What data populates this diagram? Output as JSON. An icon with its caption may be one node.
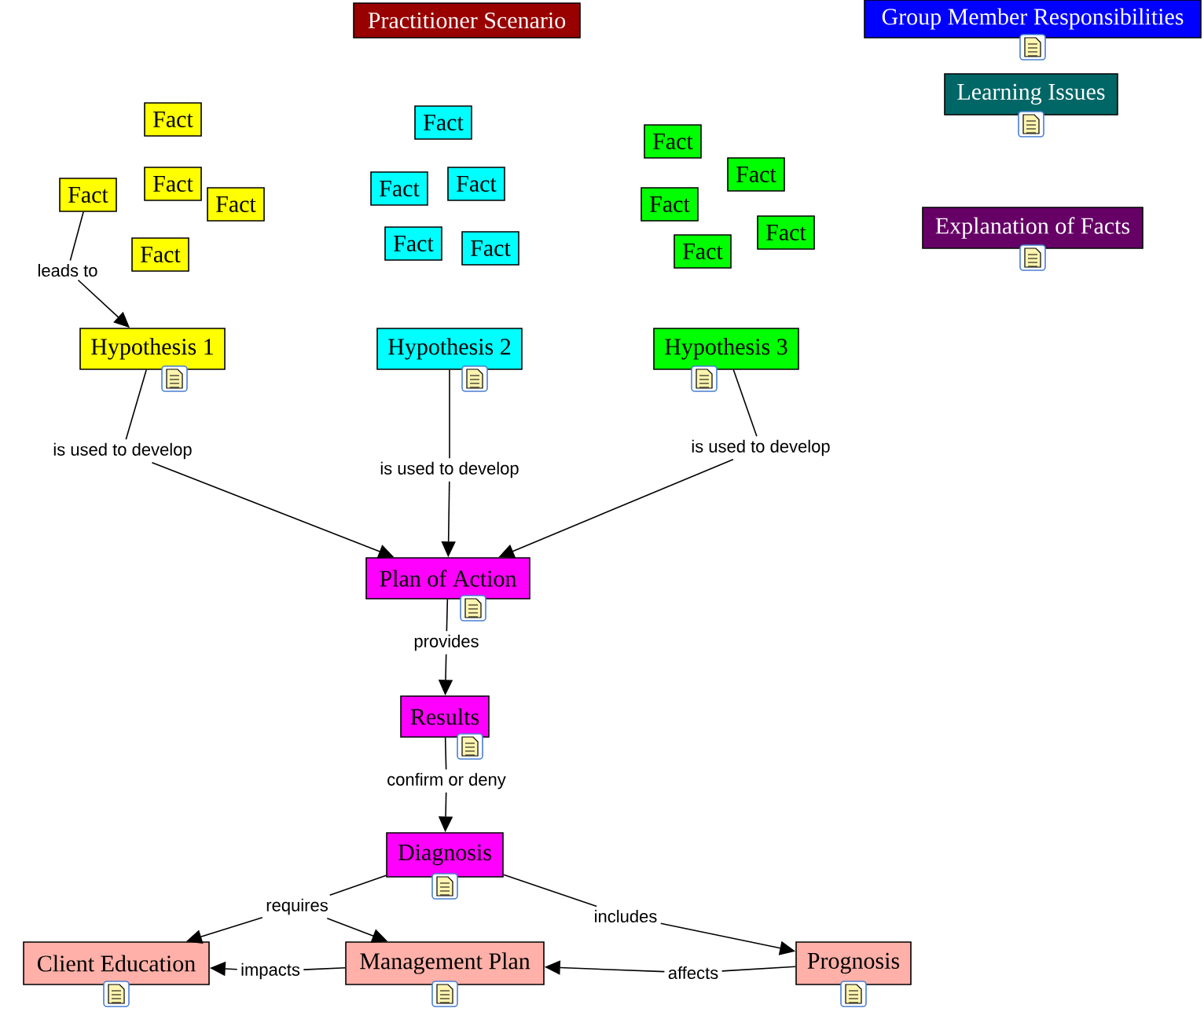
{
  "diagram": {
    "nodes": [
      {
        "text": [
          "Practitioner Scenario"
        ]
      },
      {
        "text": [
          "Group Member Responsibilities"
        ]
      },
      {
        "text": [
          "Learning Issues"
        ]
      },
      {
        "text": [
          "Fact"
        ]
      },
      {
        "text": [
          "Fact"
        ]
      },
      {
        "text": [
          "Fact"
        ]
      },
      {
        "text": [
          "Fact"
        ]
      },
      {
        "text": [
          "Fact"
        ]
      },
      {
        "text": [
          "Fact"
        ]
      },
      {
        "text": [
          "Fact"
        ]
      },
      {
        "text": [
          "Fact"
        ]
      },
      {
        "text": [
          "Fact"
        ]
      },
      {
        "text": [
          "Fact"
        ]
      },
      {
        "text": [
          "Fact"
        ]
      },
      {
        "text": [
          "Fact"
        ]
      },
      {
        "text": [
          "Fact"
        ]
      },
      {
        "text": [
          "Fact"
        ]
      },
      {
        "text": [
          "Fact"
        ]
      },
      {
        "text": [
          "Explanation of Facts"
        ]
      },
      {
        "text": [
          "leads to"
        ]
      },
      {
        "text": [
          "Hypothesis 1"
        ]
      },
      {
        "text": [
          "Hypothesis 2"
        ]
      },
      {
        "text": [
          "Hypothesis 3"
        ]
      },
      {
        "text": [
          "is used to develop"
        ]
      },
      {
        "text": [
          "is used to develop"
        ]
      },
      {
        "text": [
          "is used to develop"
        ]
      },
      {
        "text": [
          "Plan of Action"
        ]
      },
      {
        "text": [
          "provides"
        ]
      },
      {
        "text": [
          "Results"
        ]
      },
      {
        "text": [
          "confirm or deny"
        ]
      },
      {
        "text": [
          "Diagnosis"
        ]
      },
      {
        "text": [
          "requires"
        ]
      },
      {
        "text": [
          "includes"
        ]
      },
      {
        "text": [
          "Client Education"
        ]
      },
      {
        "text": [
          "impacts"
        ]
      },
      {
        "text": [
          "Management Plan"
        ]
      },
      {
        "text": [
          "affects"
        ]
      },
      {
        "text": [
          "Prognosis"
        ]
      }
    ],
    "edges": [
      {
        "from": 6,
        "to": 19,
        "arrow": "none"
      },
      {
        "from": 19,
        "to": 20,
        "arrow": "to"
      },
      {
        "from": 20,
        "to": 23,
        "arrow": "none"
      },
      {
        "from": 23,
        "to": 26,
        "arrow": "to"
      },
      {
        "from": 21,
        "to": 24,
        "arrow": "none"
      },
      {
        "from": 24,
        "to": 26,
        "arrow": "to"
      },
      {
        "from": 22,
        "to": 25,
        "arrow": "none"
      },
      {
        "from": 25,
        "to": 26,
        "arrow": "to"
      },
      {
        "from": 26,
        "to": 27,
        "arrow": "none"
      },
      {
        "from": 27,
        "to": 28,
        "arrow": "to"
      },
      {
        "from": 28,
        "to": 29,
        "arrow": "none"
      },
      {
        "from": 29,
        "to": 30,
        "arrow": "to"
      },
      {
        "from": 30,
        "to": 31,
        "arrow": "none"
      },
      {
        "from": 31,
        "to": 33,
        "arrow": "to"
      },
      {
        "from": 31,
        "to": 35,
        "arrow": "to"
      },
      {
        "from": 30,
        "to": 32,
        "arrow": "none"
      },
      {
        "from": 32,
        "to": 37,
        "arrow": "to"
      },
      {
        "from": 35,
        "to": 34,
        "arrow": "none"
      },
      {
        "from": 34,
        "to": 33,
        "arrow": "to"
      },
      {
        "from": 37,
        "to": 36,
        "arrow": "none"
      },
      {
        "from": 36,
        "to": 35,
        "arrow": "to"
      }
    ]
  }
}
